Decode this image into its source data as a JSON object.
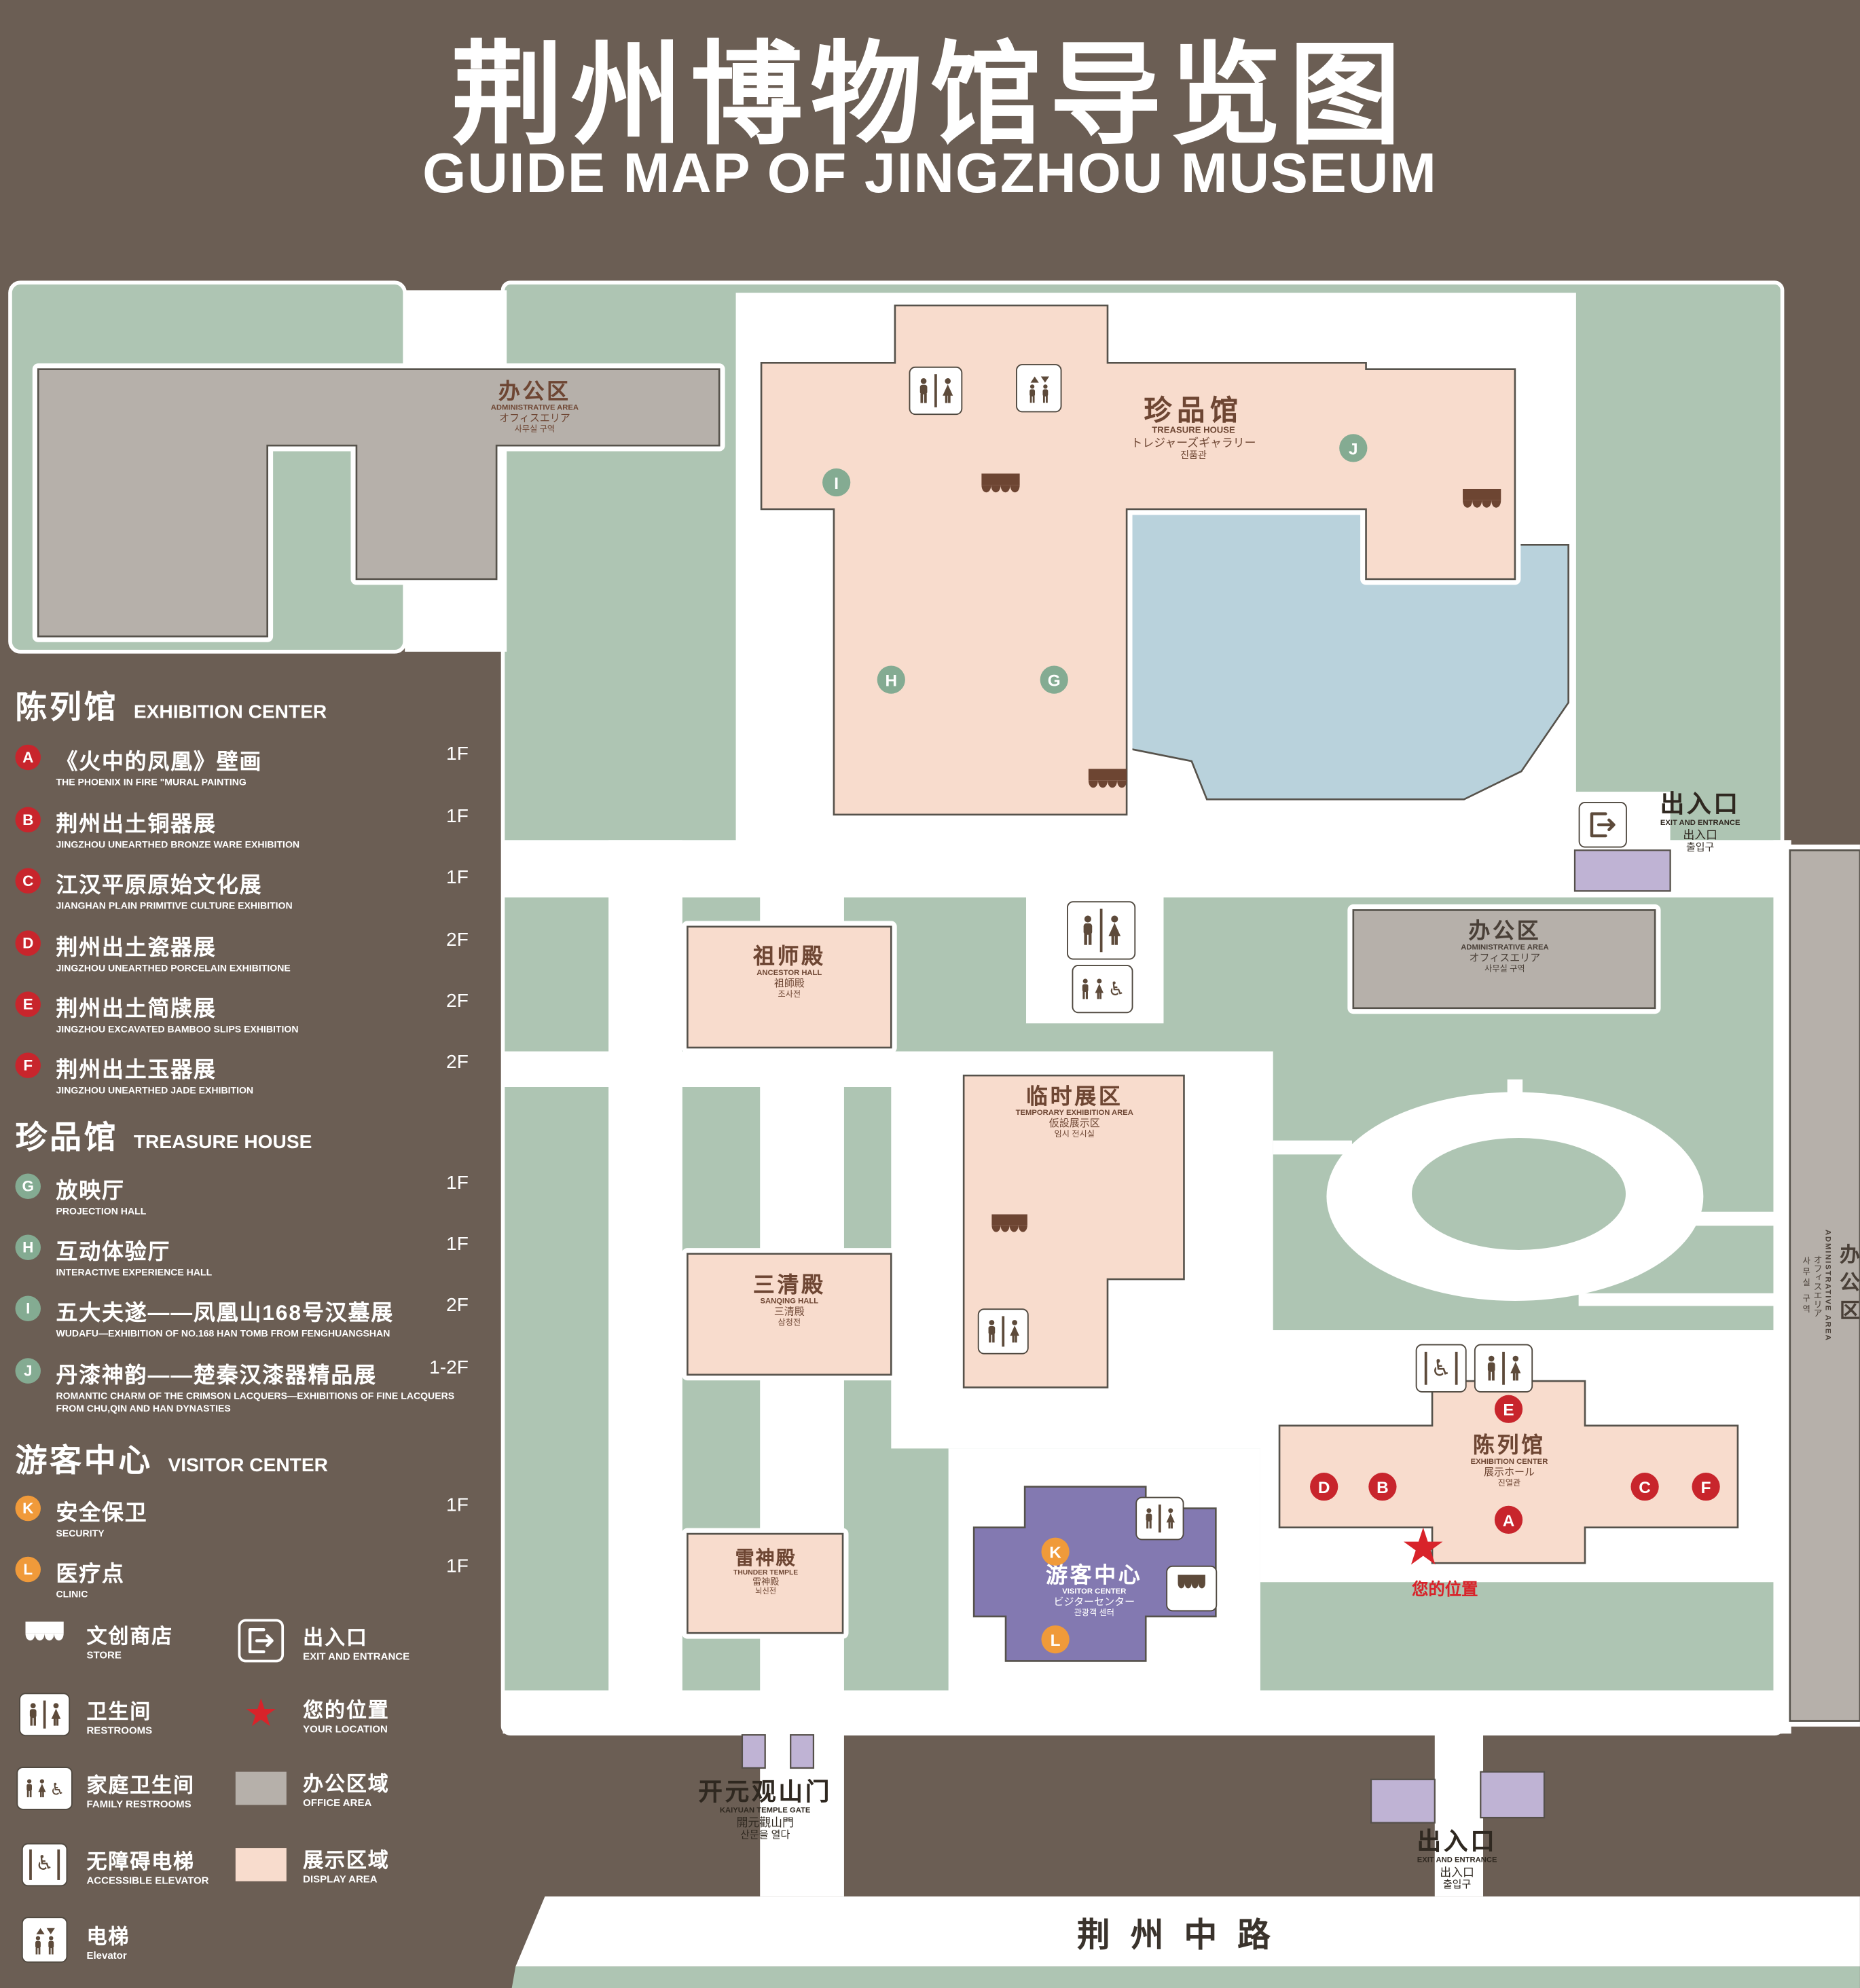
{
  "header": {
    "title_zh": "荆州博物馆导览图",
    "title_en": "GUIDE MAP OF JINGZHOU MUSEUM"
  },
  "legend": {
    "sections": [
      {
        "heading_zh": "陈列馆",
        "heading_en": "EXHIBITION CENTER",
        "items": [
          {
            "letter": "A",
            "zh": "《火中的凤凰》壁画",
            "en": "THE PHOENIX IN FIRE \"MURAL PAINTING",
            "floor": "1F"
          },
          {
            "letter": "B",
            "zh": "荆州出土铜器展",
            "en": "JINGZHOU UNEARTHED BRONZE WARE EXHIBITION",
            "floor": "1F"
          },
          {
            "letter": "C",
            "zh": "江汉平原原始文化展",
            "en": "JIANGHAN PLAIN PRIMITIVE CULTURE EXHIBITION",
            "floor": "1F"
          },
          {
            "letter": "D",
            "zh": "荆州出土瓷器展",
            "en": "JINGZHOU UNEARTHED PORCELAIN EXHIBITIONE",
            "floor": "2F"
          },
          {
            "letter": "E",
            "zh": "荆州出土简牍展",
            "en": "JINGZHOU EXCAVATED BAMBOO SLIPS EXHIBITION",
            "floor": "2F"
          },
          {
            "letter": "F",
            "zh": "荆州出土玉器展",
            "en": "JINGZHOU UNEARTHED JADE EXHIBITION",
            "floor": "2F"
          }
        ]
      },
      {
        "heading_zh": "珍品馆",
        "heading_en": "TREASURE HOUSE",
        "items": [
          {
            "letter": "G",
            "zh": "放映厅",
            "en": "PROJECTION HALL",
            "floor": "1F"
          },
          {
            "letter": "H",
            "zh": "互动体验厅",
            "en": "INTERACTIVE EXPERIENCE HALL",
            "floor": "1F"
          },
          {
            "letter": "I",
            "zh": "五大夫遂——凤凰山168号汉墓展",
            "en": "WUDAFU—EXHIBITION OF NO.168 HAN TOMB FROM FENGHUANGSHAN",
            "floor": "2F"
          },
          {
            "letter": "J",
            "zh": "丹漆神韵——楚秦汉漆器精品展",
            "en": "ROMANTIC CHARM OF THE CRIMSON LACQUERS—EXHIBITIONS OF FINE LACQUERS FROM CHU,QIN AND HAN DYNASTIES",
            "floor": "1-2F"
          }
        ]
      },
      {
        "heading_zh": "游客中心",
        "heading_en": "VISITOR CENTER",
        "items": [
          {
            "letter": "K",
            "zh": "安全保卫",
            "en": "SECURITY",
            "floor": "1F"
          },
          {
            "letter": "L",
            "zh": "医疗点",
            "en": "CLINIC",
            "floor": "1F"
          }
        ]
      }
    ],
    "symbols": [
      {
        "icon": "store-icon",
        "zh": "文创商店",
        "en": "STORE"
      },
      {
        "icon": "restrooms-icon",
        "zh": "卫生间",
        "en": "RESTROOMS"
      },
      {
        "icon": "family-restrooms-icon",
        "zh": "家庭卫生间",
        "en": "FAMILY RESTROOMS"
      },
      {
        "icon": "accessible-elevator-icon",
        "zh": "无障碍电梯",
        "en": "ACCESSIBLE ELEVATOR"
      },
      {
        "icon": "elevator-icon",
        "zh": "电梯",
        "en": "Elevator"
      },
      {
        "icon": "exit-icon",
        "zh": "出入口",
        "en": "EXIT AND ENTRANCE"
      },
      {
        "icon": "your-location-icon",
        "zh": "您的位置",
        "en": "YOUR LOCATION"
      },
      {
        "icon": "office-area-swatch",
        "zh": "办公区域",
        "en": "OFFICE AREA"
      },
      {
        "icon": "display-area-swatch",
        "zh": "展示区域",
        "en": "DISPLAY AREA"
      }
    ]
  },
  "map": {
    "buildings": {
      "admin_nw": {
        "zh": "办公区",
        "en": "ADMINISTRATIVE AREA",
        "ja": "オフィスエリア",
        "ko": "사무실 구역"
      },
      "treasure": {
        "zh": "珍品馆",
        "en": "TREASURE HOUSE",
        "ja": "トレジャーズギャラリー",
        "ko": "진품관"
      },
      "ancestor": {
        "zh": "祖师殿",
        "en": "ANCESTOR HALL",
        "ja": "祖師殿",
        "ko": "조사전"
      },
      "temporary": {
        "zh": "临时展区",
        "en": "TEMPORARY EXHIBITION AREA",
        "ja": "仮設展示区",
        "ko": "임시 전시실"
      },
      "sanqing": {
        "zh": "三清殿",
        "en": "SANQING HALL",
        "ja": "三清殿",
        "ko": "삼청전"
      },
      "thunder": {
        "zh": "雷神殿",
        "en": "THUNDER TEMPLE",
        "ja": "雷神殿",
        "ko": "뇌신전"
      },
      "visitor": {
        "zh": "游客中心",
        "en": "VISITOR CENTER",
        "ja": "ビジターセンター",
        "ko": "관광객 센터"
      },
      "exhibition": {
        "zh": "陈列馆",
        "en": "EXHIBITION CENTER",
        "ja": "展示ホール",
        "ko": "진열관"
      },
      "admin_e": {
        "zh": "办公区",
        "en": "ADMINISTRATIVE AREA",
        "ja": "オフィスエリア",
        "ko": "사무실 구역"
      },
      "admin_far_e": {
        "zh": "办公区",
        "en": "ADMINISTRATIVE AREA",
        "ja": "オフィスエリア",
        "ko": "사무실 구역"
      }
    },
    "labels": {
      "exit_ne": {
        "zh": "出入口",
        "en": "EXIT AND ENTRANCE",
        "ja": "出入口",
        "ko": "출입구"
      },
      "exit_s": {
        "zh": "出入口",
        "en": "EXIT AND ENTRANCE",
        "ja": "出入口",
        "ko": "출입구"
      },
      "gate": {
        "zh": "开元观山门",
        "en": "KAIYUAN TEMPLE GATE",
        "ja": "開元觀山門",
        "ko": "산문을 열다"
      },
      "road": "荆州中路",
      "your_location": "您的位置"
    },
    "markers": {
      "A": "A",
      "B": "B",
      "C": "C",
      "D": "D",
      "E": "E",
      "F": "F",
      "G": "G",
      "H": "H",
      "I": "I",
      "J": "J",
      "K": "K",
      "L": "L"
    }
  },
  "colors": {
    "background": "#6b5e54",
    "green_area": "#aec5b3",
    "pond": "#b9d2dc",
    "display_area": "#f8dccd",
    "office_area": "#b6b0aa",
    "visitor_center": "#8379b1",
    "exhibition_badge": "#c8252c",
    "treasure_badge": "#84ab92",
    "visitor_badge": "#f09a3a",
    "location_star": "#d8232a"
  }
}
